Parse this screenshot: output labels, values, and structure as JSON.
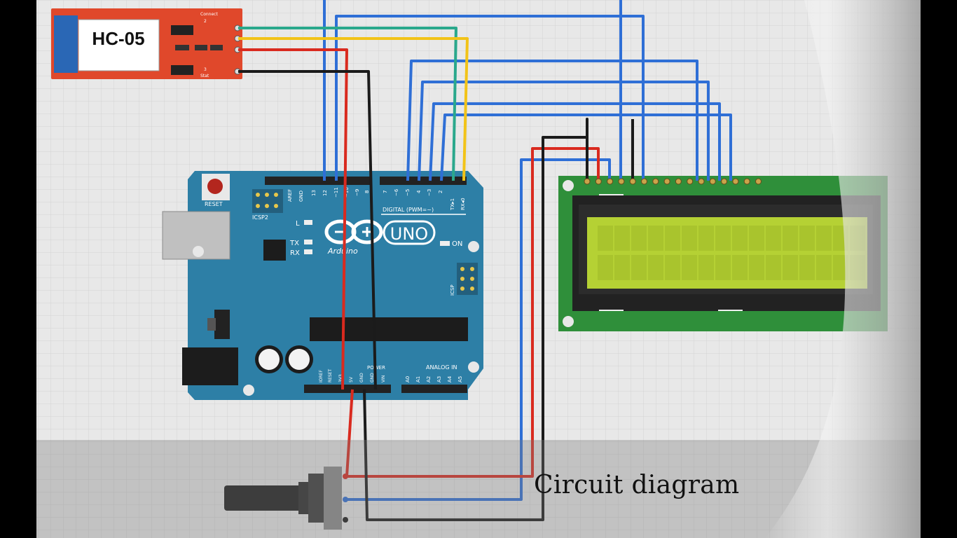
{
  "bluetooth_module": {
    "name": "HC-05",
    "top_label": "Connect",
    "bottom_label": "Stat",
    "pin_numbers": [
      "2",
      "3"
    ]
  },
  "arduino": {
    "model": "UNO",
    "brand": "Arduino",
    "reset_label": "RESET",
    "icsp2_label": "ICSP2",
    "icsp_label": "ICSP",
    "led_l_label": "L",
    "tx_label": "TX",
    "rx_label": "RX",
    "on_label": "ON",
    "digital_header": "DIGITAL (PWM=~)",
    "analog_header": "ANALOG IN",
    "power_header": "POWER",
    "tx_pin_label": "TX▸1",
    "rx_pin_label": "RX◂0",
    "aref_label": "AREF",
    "gnd_label": "GND",
    "power_pins": [
      "IOREF",
      "RESET",
      "3V3",
      "5V",
      "GND",
      "GND",
      "VIN"
    ],
    "analog_pins": [
      "A0",
      "A1",
      "A2",
      "A3",
      "A4",
      "A5"
    ],
    "digital_pins_left": [
      "13",
      "12",
      "~11",
      "~10",
      "~9",
      "8"
    ],
    "digital_pins_right": [
      "7",
      "~6",
      "~5",
      "4",
      "~3",
      "2"
    ]
  },
  "lcd": {
    "rows": 2,
    "columns": 16
  },
  "caption": "Circuit diagram",
  "colors": {
    "background": "#e8e8e8",
    "grid": "#d3d3d3",
    "arduino_blue": "#2d7fa6",
    "lcd_board": "#2f8f3a",
    "lcd_screen": "#b5d134",
    "hc05_red": "#e0482b",
    "wire_blue": "#2f6fd6",
    "wire_red": "#d92a1f",
    "wire_black": "#1b1b1b",
    "wire_yellow": "#f2c318",
    "wire_teal": "#2aa88c"
  }
}
